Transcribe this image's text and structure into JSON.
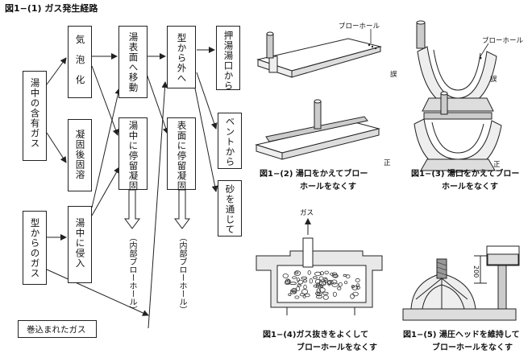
{
  "title": "図1−(1)  ガス発生経路",
  "flow": {
    "source_gas_in_melt": "湯中の含有ガス",
    "source_gas_from_mold": "型からのガス",
    "source_entrained_gas": "巻込まれたガス",
    "foaming": "気　泡　化",
    "solidification_dissolve": "凝固後固溶",
    "intrusion_into_melt": "湯中に侵入",
    "move_to_surface": "湯表面へ移動",
    "retained_in_melt": "湯中に停留凝固",
    "outside_mold": "型から外へ",
    "retained_at_surface": "表面に停留凝固",
    "via_feeder": "押湯湯口から",
    "via_vent": "ベントから",
    "via_sand": "砂を通じて",
    "note_internal_blowhole_1": "（内部ブローホール）",
    "note_internal_blowhole_2": "（内部ブローホール）"
  },
  "figures": {
    "fig2": {
      "caption_line1": "図1−(2)  湯口をかえてブロー",
      "caption_line2": "ホールをなくす",
      "label_blowhole": "ブローホール",
      "label_wrong": "誤",
      "label_right": "正"
    },
    "fig3": {
      "caption_line1": "図1−(3)  湯口をかえてブロー",
      "caption_line2": "ホールをなくす",
      "label_blowhole": "ブローホール",
      "label_wrong": "誤",
      "label_right": "正"
    },
    "fig4": {
      "caption_line1": "図1−(4)ガス抜きをよくして",
      "caption_line2": "ブローホールをなくす",
      "label_gas": "ガス"
    },
    "fig5": {
      "caption_line1": "図1−(5)  湯圧ヘッドを維持して",
      "caption_line2": "ブローホールをなくす",
      "label_head": "200"
    }
  }
}
